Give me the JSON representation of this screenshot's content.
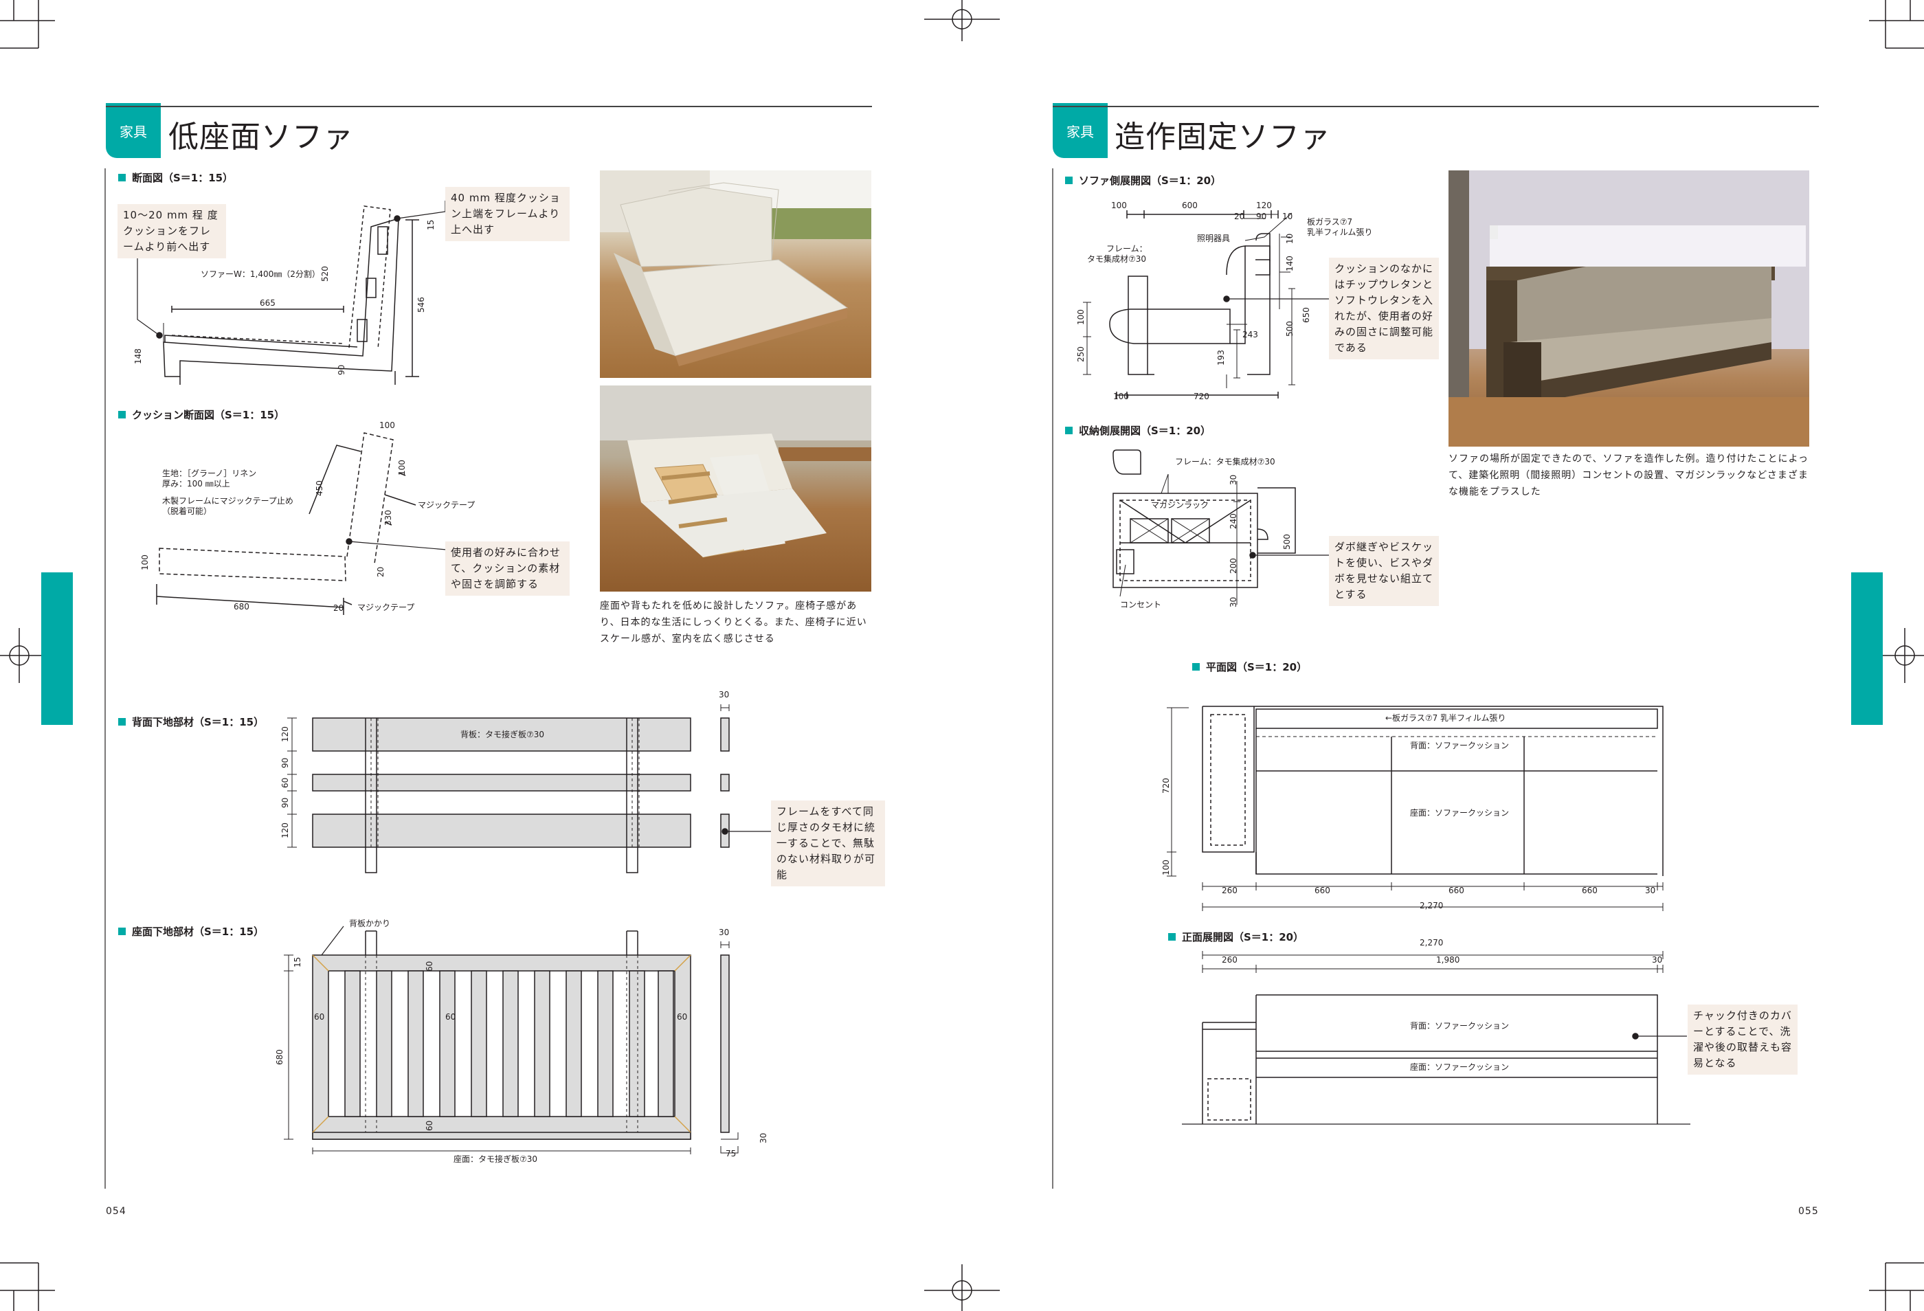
{
  "left": {
    "tag": "家具",
    "title": "低座面ソファ",
    "page_number": "054",
    "sections": {
      "section_view": "断面図（S＝1：15）",
      "cushion_section": "クッション断面図（S＝1：15）",
      "back_frame": "背面下地部材（S＝1：15）",
      "seat_frame": "座面下地部材（S＝1：15）"
    },
    "notes": {
      "note1": "10～20 mm 程 度クッションをフレームより前へ出す",
      "note2": "40 mm 程度クッション上端をフレームより上へ出す",
      "note3": "使用者の好みに合わせて、クッションの素材や固さを調節する",
      "note4": "フレームをすべて同じ厚さのタモ材に統一することで、無駄のない材料取りが可能"
    },
    "labels": {
      "sofa_width": "ソファーW：1,400㎜（2分割）",
      "fabric": "生地：［グラーノ］リネン",
      "thickness": "厚み：100 ㎜以上",
      "wood_frame": "木製フレームにマジックテープ止め",
      "removable": "（脱着可能）",
      "velcro1": "マジックテープ",
      "velcro2": "マジックテープ",
      "back_board": "背板：タモ接ぎ板⑦30",
      "back_support": "背板かかり",
      "seat_board": "座面：タモ接ぎ板⑦30"
    },
    "dims": {
      "d665": "665",
      "d520": "520",
      "d15": "15",
      "d546": "546",
      "d148": "148",
      "d90": "90",
      "c100a": "100",
      "c100b": "100",
      "c450": "450",
      "c330": "330",
      "c20a": "20",
      "c100c": "100",
      "c680": "680",
      "c20b": "20",
      "b30": "30",
      "b120a": "120",
      "b90a": "90",
      "b60": "60",
      "b90b": "90",
      "b120b": "120",
      "s30": "30",
      "s15": "15",
      "s60a": "60",
      "s60b": "60",
      "s60c": "60",
      "s60d": "60",
      "s60e": "60",
      "s680": "680",
      "s30b": "30",
      "s75": "75"
    },
    "caption": "座面や背もたれを低めに設計したソファ。座椅子感があり、日本的な生活にしっくりとくる。また、座椅子に近いスケール感が、室内を広く感じさせる"
  },
  "right": {
    "tag": "家具",
    "title": "造作固定ソファ",
    "page_number": "055",
    "sections": {
      "sofa_side": "ソファ側展開図（S＝1：20）",
      "storage_side": "収納側展開図（S＝1：20）",
      "plan": "平面図（S＝1：20）",
      "front": "正面展開図（S＝1：20）"
    },
    "notes": {
      "note1": "クッションのなかにはチップウレタンとソフトウレタンを入れたが、使用者の好みの固さに調整可能である",
      "note2": "ダボ継ぎやビスケットを使い、ビスやダボを見せない組立てとする",
      "note3": "チャック付きのカバーとすることで、洗濯や後の取替えも容易となる"
    },
    "labels": {
      "glass1": "板ガラス⑦7",
      "glass2": "乳半フィルム張り",
      "lighting": "照明器具",
      "frame1": "フレーム：",
      "frame2": "タモ集成材⑦30",
      "frame3": "フレーム：タモ集成材⑦30",
      "magazine": "マガジンラック",
      "outlet": "コンセント",
      "plan_glass": "←板ガラス⑦7 乳半フィルム張り",
      "back_cushion": "背面：ソファークッション",
      "seat_cushion": "座面：ソファークッション",
      "front_back": "背面：ソファークッション",
      "front_seat": "座面：ソファークッション"
    },
    "dims": {
      "a100": "100",
      "a600": "600",
      "a120": "120",
      "a20": "20",
      "a90": "90",
      "a10": "10",
      "a10b": "10",
      "a140": "140",
      "a500": "500",
      "a650": "650",
      "a243": "243",
      "a193": "193",
      "a100v": "100",
      "a250": "250",
      "a100b": "100",
      "a720": "720",
      "m30": "30",
      "m240": "240",
      "m500": "500",
      "m200": "200",
      "m30b": "30",
      "p720": "720",
      "p100": "100",
      "p260": "260",
      "p660a": "660",
      "p660b": "660",
      "p660c": "660",
      "p30": "30",
      "p2270": "2,270",
      "f2270": "2,270",
      "f260": "260",
      "f1980": "1,980",
      "f30": "30"
    },
    "caption": "ソファの場所が固定できたので、ソファを造作した例。造り付けたことによって、建築化照明（間接照明）コンセントの設置、マガジンラックなどさまざまな機能をプラスした"
  },
  "colors": {
    "accent": "#00aaa6",
    "note_bg": "#f6eee7",
    "frame_fill": "#dcdcdc"
  }
}
